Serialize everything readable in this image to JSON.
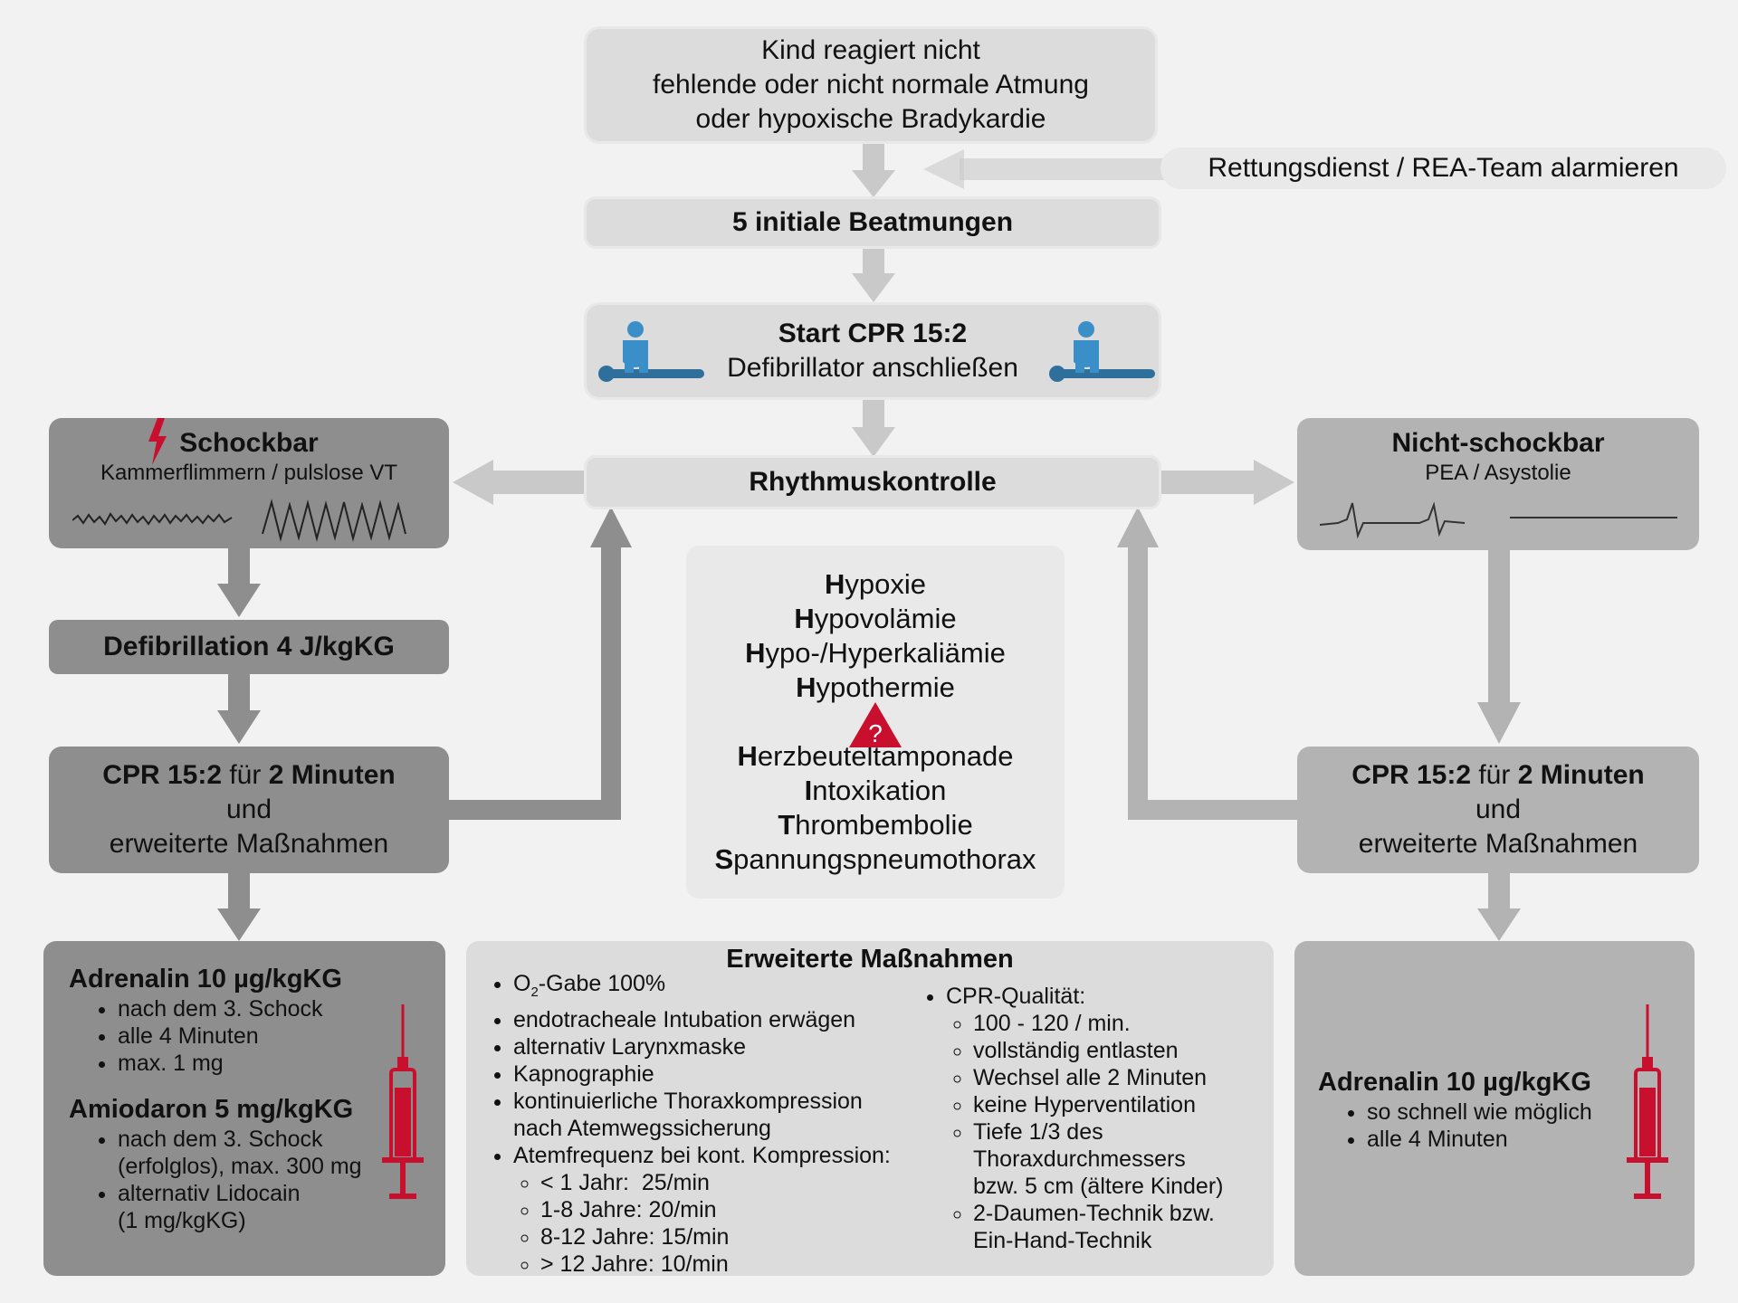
{
  "start": {
    "line1": "Kind reagiert nicht",
    "line2": "fehlende oder nicht normale Atmung",
    "line3": "oder hypoxische Bradykardie"
  },
  "alarm": "Rettungsdienst / REA-Team alarmieren",
  "initial_breaths": "5 initiale Beatmungen",
  "cpr_start": {
    "title": "Start CPR 15:2",
    "subtitle": "Defibrillator anschließen"
  },
  "rhythm_check": "Rhythmuskontrolle",
  "shockable": {
    "title": "Schockbar",
    "subtitle": "Kammerflimmern / pulslose VT"
  },
  "non_shockable": {
    "title": "Nicht-schockbar",
    "subtitle": "PEA / Asystolie"
  },
  "defibrillation": "Defibrillation 4 J/kgKG",
  "cpr_cycle": {
    "part1": "CPR 15:2",
    "part2": " für ",
    "part3": "2 Minuten",
    "line2": "und",
    "line3": "erweiterte Maßnahmen"
  },
  "causes": {
    "items": [
      {
        "first": "H",
        "rest": "ypoxie"
      },
      {
        "first": "H",
        "rest": "ypovolämie"
      },
      {
        "first": "H",
        "rest": "ypo-/Hyperkaliämie"
      },
      {
        "first": "H",
        "rest": "ypothermie"
      },
      {
        "first": "H",
        "rest": "erzbeuteltamponade"
      },
      {
        "first": "I",
        "rest": "ntoxikation"
      },
      {
        "first": "T",
        "rest": "hrombembolie"
      },
      {
        "first": "S",
        "rest": "pannungspneumothorax"
      }
    ],
    "warning_symbol": "?"
  },
  "drugs_shockable": {
    "adrenalin_title": "Adrenalin 10 µg/kgKG",
    "adrenalin_items": [
      "nach dem 3. Schock",
      "alle 4 Minuten",
      "max. 1 mg"
    ],
    "amiodaron_title": "Amiodaron 5 mg/kgKG",
    "amiodaron_item1_a": "nach dem 3. Schock",
    "amiodaron_item1_b": "(erfolglos), max. 300 mg",
    "amiodaron_item2_a": "alternativ Lidocain",
    "amiodaron_item2_b": "(1 mg/kgKG)"
  },
  "drugs_non_shockable": {
    "adrenalin_title": "Adrenalin 10 µg/kgKG",
    "items": [
      "so schnell wie möglich",
      "alle 4 Minuten"
    ]
  },
  "extended": {
    "title": "Erweiterte Maßnahmen",
    "o2_a": "O",
    "o2_sub": "2",
    "o2_b": "-Gabe 100%",
    "left_items": [
      "endotracheale Intubation erwägen",
      "alternativ Larynxmaske",
      "Kapnographie"
    ],
    "compression_a": "kontinuierliche Thoraxkompression",
    "compression_b": "nach Atemwegssicherung",
    "resp_title": "Atemfrequenz bei kont. Kompression:",
    "resp_items": [
      "< 1 Jahr:  25/min",
      "1-8 Jahre: 20/min",
      "8-12 Jahre: 15/min",
      "> 12 Jahre: 10/min"
    ],
    "quality_title": "CPR-Qualität:",
    "quality_items": [
      "100 - 120 / min.",
      "vollständig entlasten",
      "Wechsel alle 2 Minuten",
      "keine Hyperventilation"
    ],
    "depth_a": "Tiefe 1/3 des",
    "depth_b": "Thoraxdurchmessers",
    "depth_c": "bzw. 5 cm (ältere Kinder)",
    "technique_a": "2-Daumen-Technik bzw.",
    "technique_b": "Ein-Hand-Technik"
  },
  "colors": {
    "light_box": "#dcdcdc",
    "mid_box": "#b3b3b3",
    "dark_box": "#8e8e8e",
    "arrow": "#c9c9c9",
    "arrow_dark": "#8e8e8e",
    "accent_red": "#c8102e",
    "person_blue": "#3a8fc9"
  }
}
